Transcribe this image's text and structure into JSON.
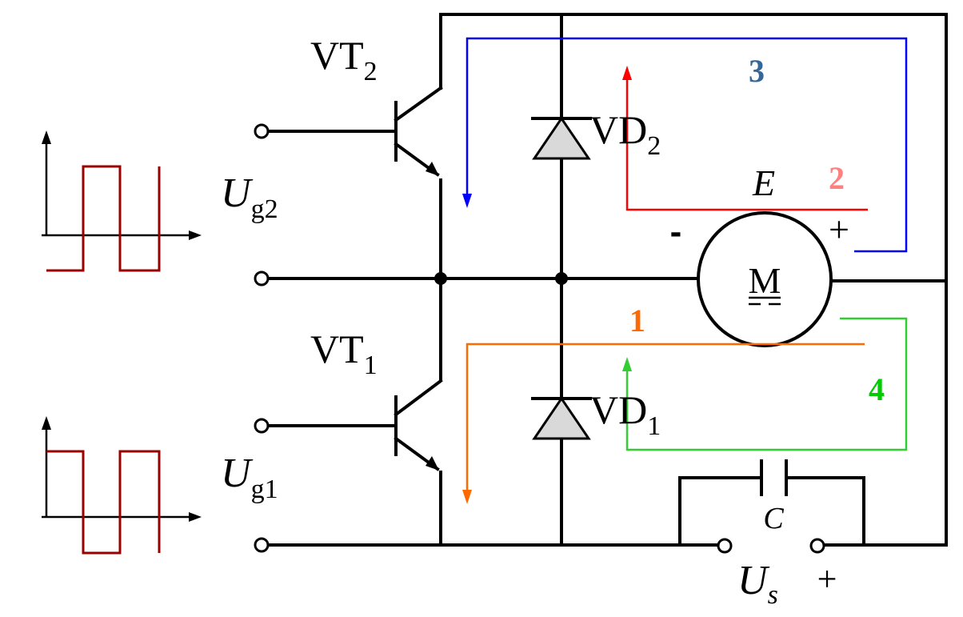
{
  "labels": {
    "vt2_main": "VT",
    "vt2_sub": "2",
    "vt1_main": "VT",
    "vt1_sub": "1",
    "vd2_main": "VD",
    "vd2_sub": "2",
    "vd1_main": "VD",
    "vd1_sub": "1",
    "ug2_main": "U",
    "ug2_sub": "g2",
    "ug1_main": "U",
    "ug1_sub": "g1",
    "us_main": "U",
    "us_sub": "s",
    "us_plus": "+",
    "e": "E",
    "motor": "M",
    "motor_minus": "-",
    "motor_plus": "+",
    "capacitor": "C"
  },
  "paths": {
    "p1": {
      "label": "1",
      "color": "#ff6a00"
    },
    "p2": {
      "label": "2",
      "color": "#ff8080",
      "line_color": "#ff0000"
    },
    "p3": {
      "label": "3",
      "color": "#336699",
      "line_color": "#0000ff"
    },
    "p4": {
      "label": "4",
      "color": "#00cc00",
      "line_color": "#33cc33"
    }
  },
  "colors": {
    "signal": "#990000",
    "diode_fill": "#d9d9d9"
  }
}
